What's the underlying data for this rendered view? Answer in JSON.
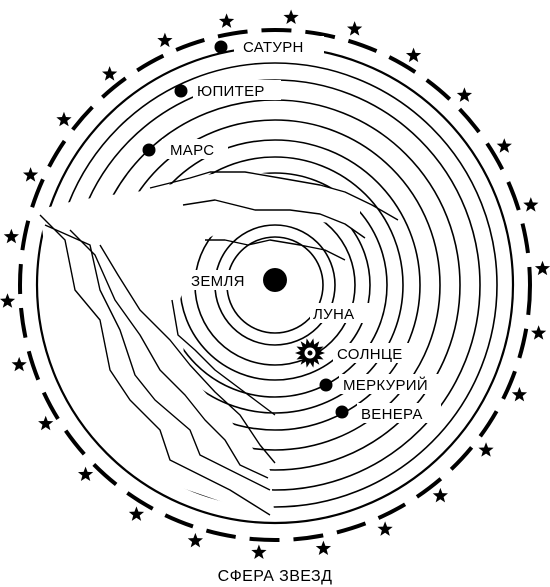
{
  "diagram": {
    "labels": {
      "earth": "ЗЕМЛЯ",
      "moon": "ЛУНА",
      "sun": "СОЛНЦЕ",
      "mercury": "МЕРКУРИЙ",
      "venus": "ВЕНЕРА",
      "mars": "МАРС",
      "jupiter": "ЮПИТЕР",
      "saturn": "САТУРН"
    },
    "caption": "СФЕРА ЗВЕЗД",
    "colors": {
      "ink": "#000000",
      "background": "#ffffff"
    }
  }
}
